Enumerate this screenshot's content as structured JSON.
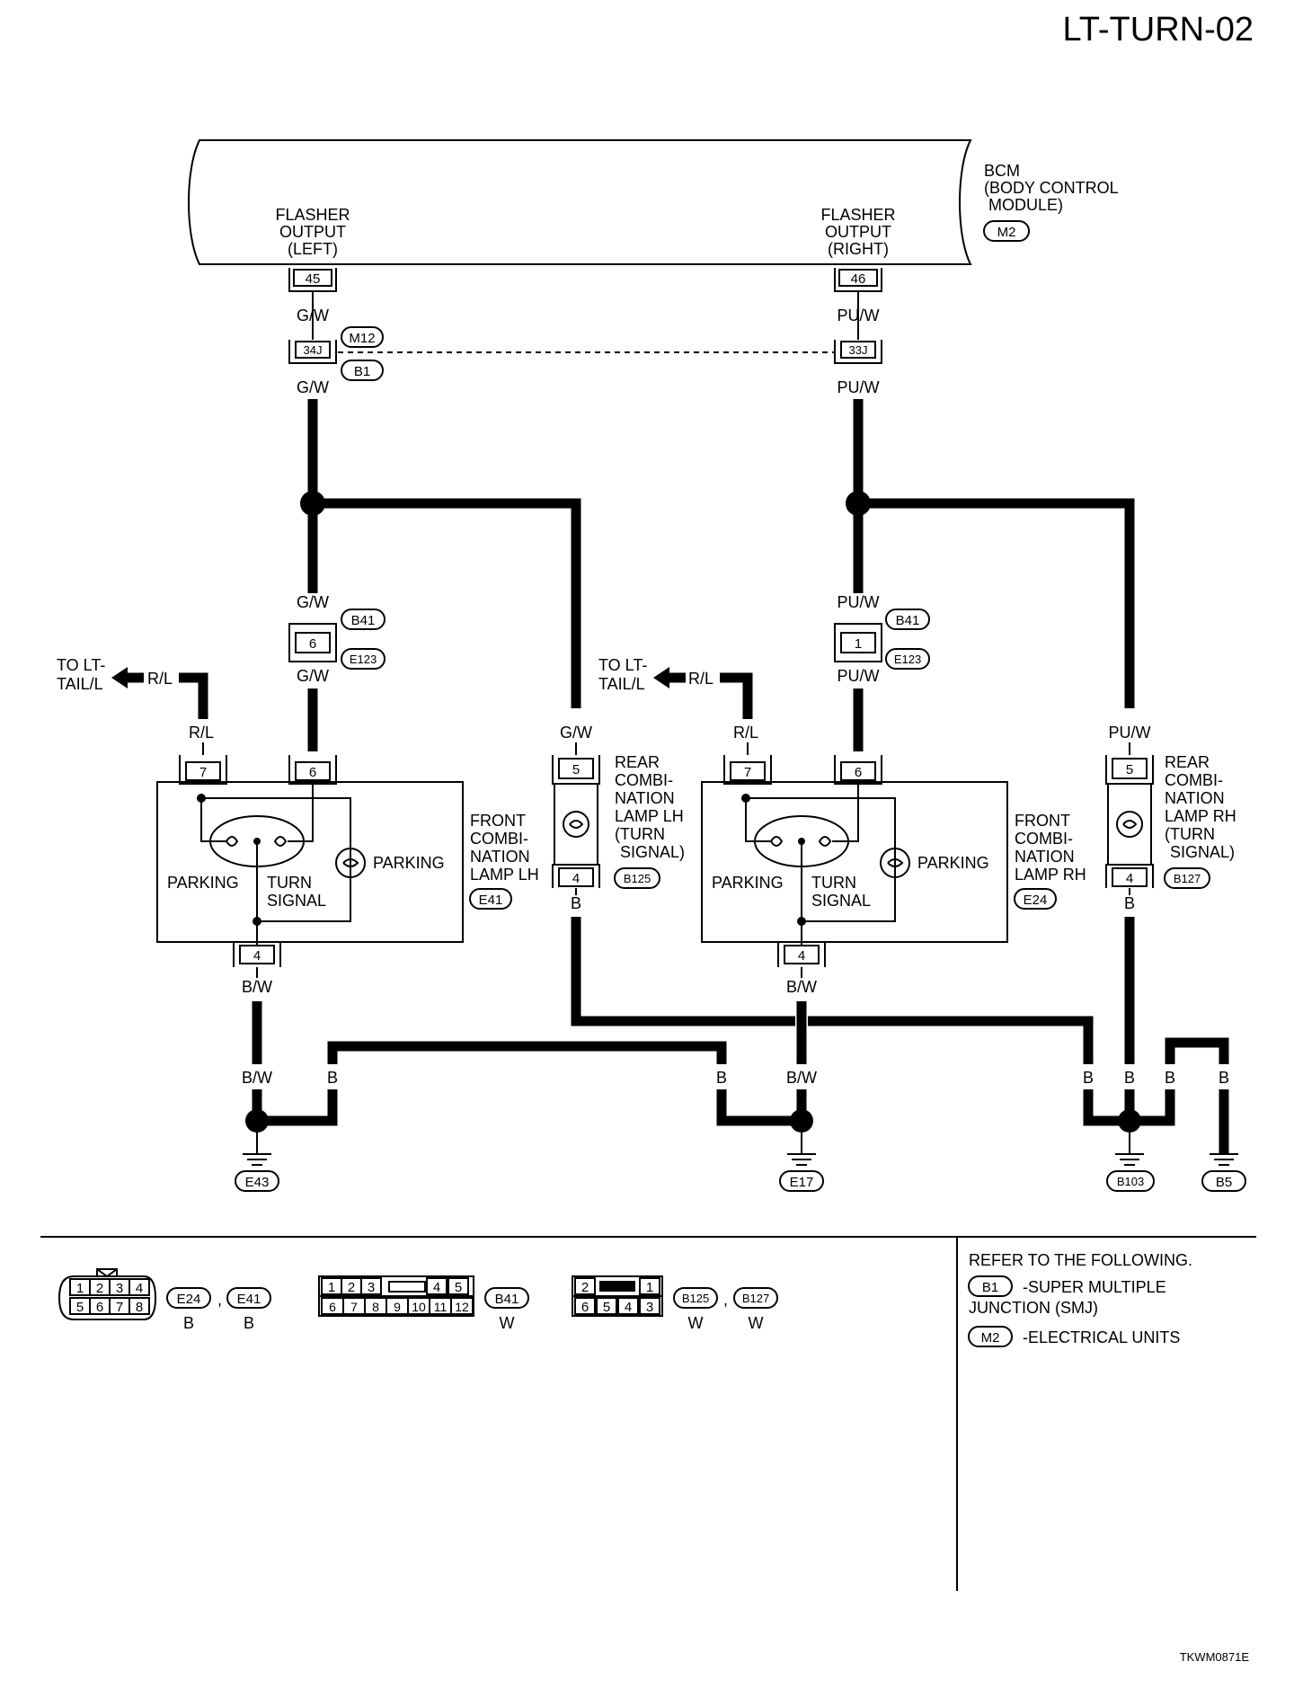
{
  "page_title": "LT-TURN-02",
  "figure_code": "TKWM0871E",
  "bcm": {
    "name": "BCM",
    "desc_line1": "(BODY CONTROL",
    "desc_line2": "MODULE)",
    "connector": "M2",
    "left_output": [
      "FLASHER",
      "OUTPUT",
      "(LEFT)"
    ],
    "right_output": [
      "FLASHER",
      "OUTPUT",
      "(RIGHT)"
    ],
    "left_pin": "45",
    "right_pin": "46"
  },
  "smj": {
    "left_pin": "34J",
    "right_pin": "33J",
    "connector_top": "M12",
    "connector_bottom": "B1"
  },
  "wire_colors": {
    "gw": "G/W",
    "puw": "PU/W",
    "rl": "R/L",
    "b": "B",
    "bw": "B/W"
  },
  "inline": {
    "connector_top": "B41",
    "connector_bottom": "E123",
    "left_pin": "6",
    "right_pin": "1"
  },
  "to_tail": [
    "TO LT-",
    "TAIL/L"
  ],
  "front_lh": {
    "name": [
      "FRONT",
      "COMBI-",
      "NATION",
      "LAMP LH"
    ],
    "connector": "E41",
    "pin_rl": "7",
    "pin_gw": "6",
    "pin_gnd": "4",
    "parking_left": "PARKING",
    "turn": [
      "TURN",
      "SIGNAL"
    ],
    "parking_right": "PARKING"
  },
  "front_rh": {
    "name": [
      "FRONT",
      "COMBI-",
      "NATION",
      "LAMP RH"
    ],
    "connector": "E24",
    "pin_rl": "7",
    "pin_puw": "6",
    "pin_gnd": "4",
    "parking_left": "PARKING",
    "turn": [
      "TURN",
      "SIGNAL"
    ],
    "parking_right": "PARKING"
  },
  "rear_lh": {
    "name": [
      "REAR",
      "COMBI-",
      "NATION",
      "LAMP LH",
      "(TURN",
      "SIGNAL)"
    ],
    "connector": "B125",
    "pin_in": "5",
    "pin_out": "4"
  },
  "rear_rh": {
    "name": [
      "REAR",
      "COMBI-",
      "NATION",
      "LAMP RH",
      "(TURN",
      "SIGNAL)"
    ],
    "connector": "B127",
    "pin_in": "5",
    "pin_out": "4"
  },
  "grounds": [
    "E43",
    "E17",
    "B103",
    "B5"
  ],
  "legend": {
    "conn1_pins_top": [
      "1",
      "2",
      "3",
      "4"
    ],
    "conn1_pins_bottom": [
      "5",
      "6",
      "7",
      "8"
    ],
    "conn1_ids": [
      "E24",
      "E41"
    ],
    "conn1_colors": [
      "B",
      "B"
    ],
    "conn2_pins_top": [
      "1",
      "2",
      "3",
      "4",
      "5"
    ],
    "conn2_pins_bottom": [
      "6",
      "7",
      "8",
      "9",
      "10",
      "11",
      "12"
    ],
    "conn2_id": "B41",
    "conn2_color": "W",
    "conn3_pins_top": [
      "2",
      "1"
    ],
    "conn3_pins_bottom": [
      "6",
      "5",
      "4",
      "3"
    ],
    "conn3_ids": [
      "B125",
      "B127"
    ],
    "conn3_colors": [
      "W",
      "W"
    ],
    "separator": ","
  },
  "refer": {
    "heading": "REFER TO THE FOLLOWING.",
    "b1_tag": "B1",
    "b1_text": "-SUPER MULTIPLE",
    "b1_text2": "JUNCTION (SMJ)",
    "m2_tag": "M2",
    "m2_text": "-ELECTRICAL UNITS"
  }
}
